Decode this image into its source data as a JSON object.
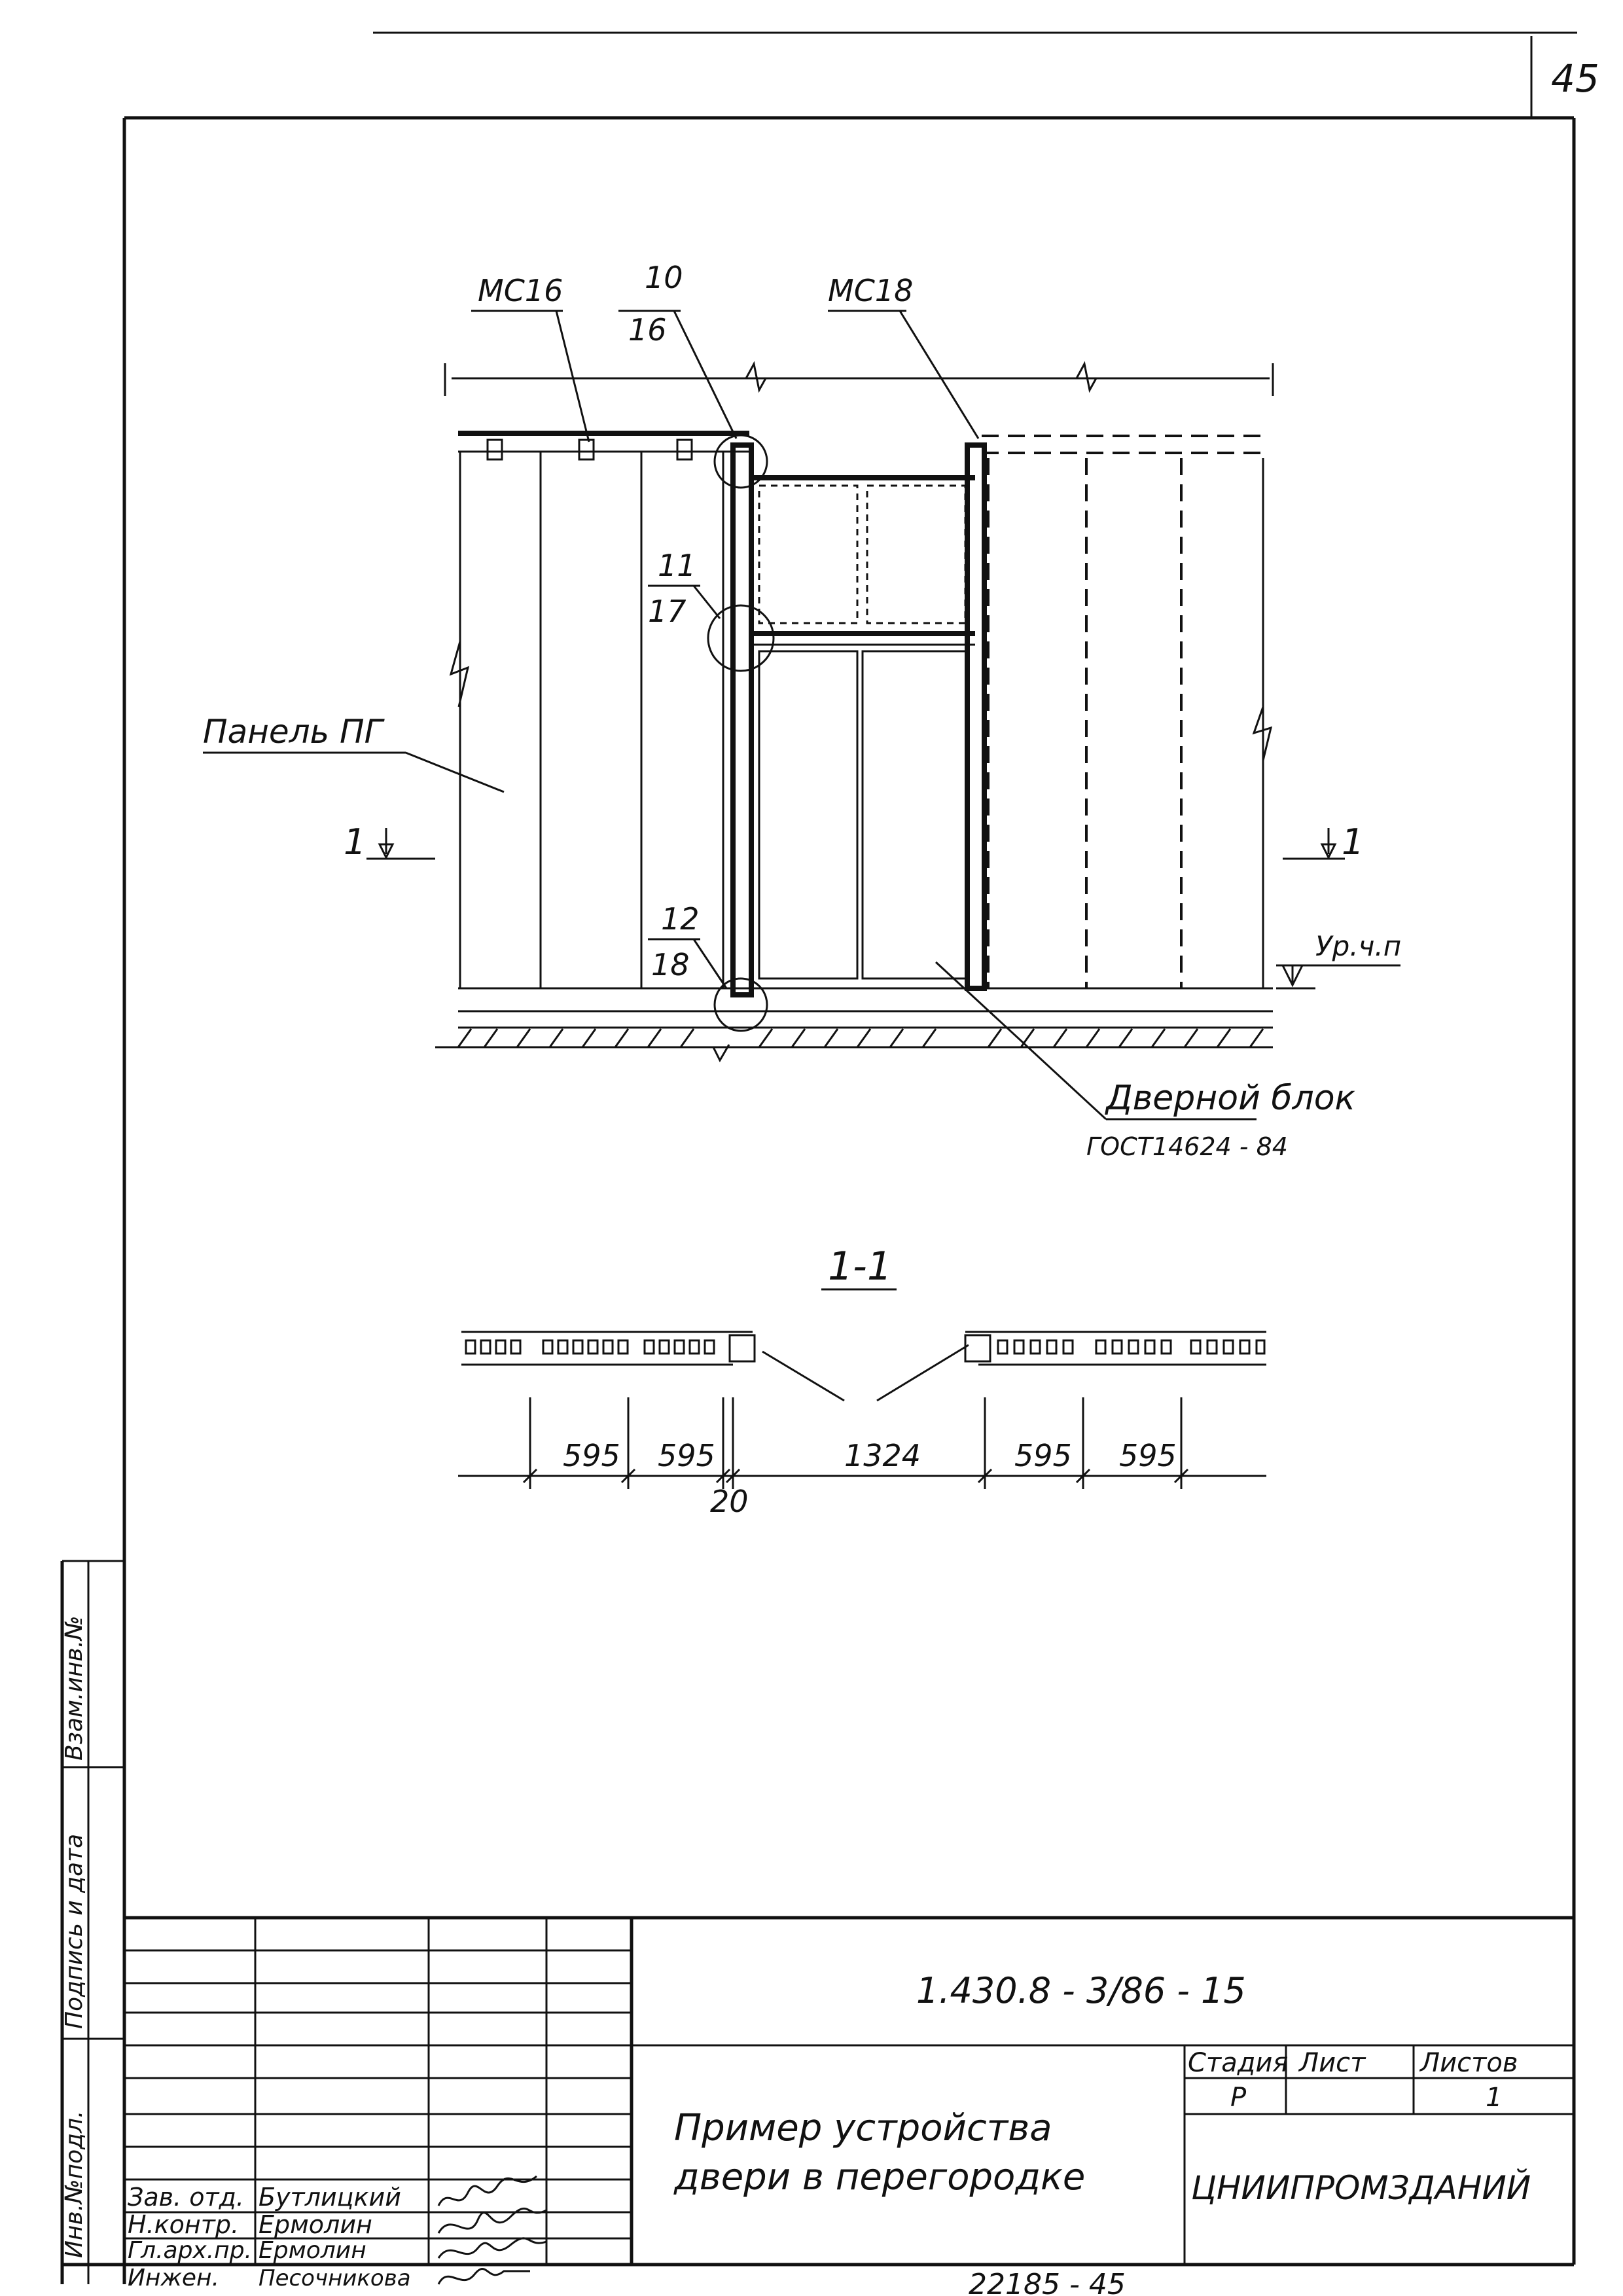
{
  "page_number": "45",
  "drawing": {
    "labels": {
      "mc16": "МС16",
      "mc18": "МС18",
      "node_top_num": "10",
      "node_top_den": "16",
      "node_mid_num": "11",
      "node_mid_den": "17",
      "node_bot_num": "12",
      "node_bot_den": "18",
      "panel": "Панель ПГ",
      "cut_left": "1",
      "cut_right": "1",
      "floor_level": "Ур.ч.п",
      "door_block": "Дверной блок",
      "door_gost": "ГОСТ14624 - 84"
    },
    "section": {
      "title": "1-1",
      "dims": [
        "595",
        "595",
        "1324",
        "595",
        "595"
      ],
      "small_dim": "20"
    }
  },
  "side_stamp": {
    "inv_podl": "Инв.№подл.",
    "signature_date": "Подпись и дата",
    "replace_inv": "Взам.инв.№"
  },
  "title_block": {
    "designation": "1.430.8 - 3/86 - 15",
    "title_line1": "Пример   устройства",
    "title_line2": "двери   в   перегородке",
    "stage_label": "Стадия",
    "sheet_label": "Лист",
    "sheets_label": "Листов",
    "stage_value": "Р",
    "sheets_value": "1",
    "organization": "ЦНИИПРОМЗДАНИЙ",
    "roles": [
      {
        "role": "Зав. отд.",
        "name": "Бутлицкий"
      },
      {
        "role": "Н.контр.",
        "name": "Ермолин"
      },
      {
        "role": "Гл.арх.пр.",
        "name": "Ермолин"
      },
      {
        "role": "Инжен.",
        "name": "Песочникова"
      }
    ]
  },
  "bottom_number": "22185 - 45"
}
